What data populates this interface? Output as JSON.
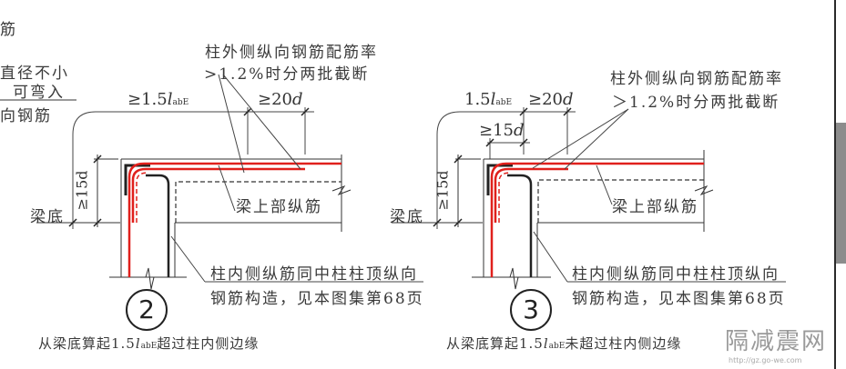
{
  "left_fragment": {
    "line1": "筋",
    "line2": "直径不小",
    "line3": "可弯入",
    "line4": "向钢筋"
  },
  "detail2": {
    "callout_top_line1": "柱外侧纵向钢筋配筋率",
    "callout_top_line2": ">1.2%时分两批截断",
    "dim_length": "≥1.5",
    "dim_length_symbol": "l",
    "dim_length_sub": "abE",
    "dim_20d": "≥20",
    "dim_20d_symbol": "d",
    "dim_15d_vertical": "≥15d",
    "beam_bottom_label": "梁底",
    "beam_top_rebar_label": "梁上部纵筋",
    "inner_rebar_line1": "柱内侧纵筋同中柱柱顶纵向",
    "inner_rebar_line2": "钢筋构造，见本图集第68页",
    "number": "2",
    "caption_pre": "从梁底算起1.5",
    "caption_symbol": "l",
    "caption_sub": "abE",
    "caption_post": "超过柱内侧边缘"
  },
  "detail3": {
    "callout_top_line1": "柱外侧纵向钢筋配筋率",
    "callout_top_line2": "＞1.2%时分两批截断",
    "dim_length": "1.5",
    "dim_length_symbol": "l",
    "dim_length_sub": "abE",
    "dim_20d": "≥20",
    "dim_20d_symbol": "d",
    "dim_15d_horizontal": "≥15",
    "dim_15d_symbol": "d",
    "dim_15d_vertical": "≥15d",
    "beam_bottom_label": "梁底",
    "beam_top_rebar_label": "梁上部纵筋",
    "inner_rebar_line1": "柱内侧纵筋同中柱柱顶纵向",
    "inner_rebar_line2": "钢筋构造，见本图集第68页",
    "number": "3",
    "caption_pre": "从梁底算起1.5",
    "caption_symbol": "l",
    "caption_sub": "abE",
    "caption_post": "未超过柱内侧边缘"
  },
  "watermark": {
    "text": "隔减震网",
    "url": "http://gz.go-we.com"
  },
  "colors": {
    "rebar_red": "#e0201c",
    "rebar_black": "#222222",
    "line": "#333333"
  }
}
